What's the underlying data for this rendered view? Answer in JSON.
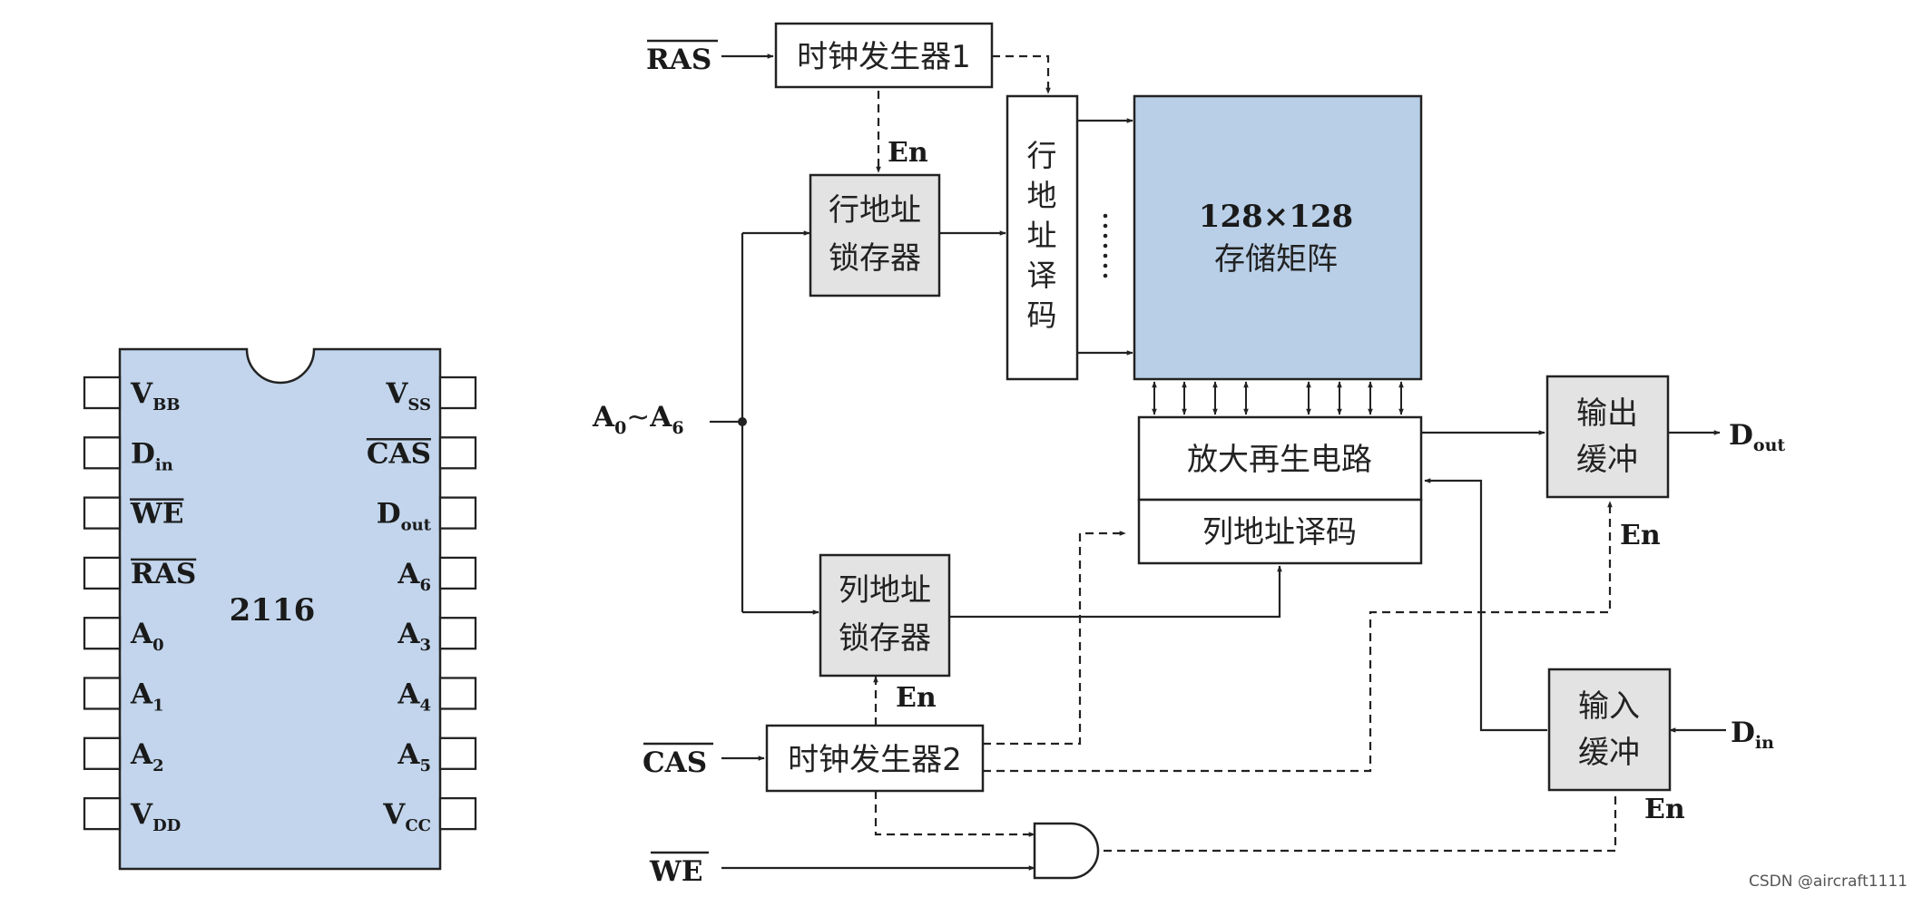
{
  "chip": {
    "name": "2116",
    "left_pins": [
      {
        "main": "V",
        "sub": "BB",
        "overline": false
      },
      {
        "main": "D",
        "sub": "in",
        "overline": false
      },
      {
        "main": "WE",
        "sub": "",
        "overline": true
      },
      {
        "main": "RAS",
        "sub": "",
        "overline": true
      },
      {
        "main": "A",
        "sub": "0",
        "overline": false
      },
      {
        "main": "A",
        "sub": "1",
        "overline": false
      },
      {
        "main": "A",
        "sub": "2",
        "overline": false
      },
      {
        "main": "V",
        "sub": "DD",
        "overline": false
      }
    ],
    "right_pins": [
      {
        "main": "V",
        "sub": "SS",
        "overline": false
      },
      {
        "main": "CAS",
        "sub": "",
        "overline": true
      },
      {
        "main": "D",
        "sub": "out",
        "overline": false
      },
      {
        "main": "A",
        "sub": "6",
        "overline": false
      },
      {
        "main": "A",
        "sub": "3",
        "overline": false
      },
      {
        "main": "A",
        "sub": "4",
        "overline": false
      },
      {
        "main": "A",
        "sub": "5",
        "overline": false
      },
      {
        "main": "V",
        "sub": "CC",
        "overline": false
      }
    ]
  },
  "signals": {
    "ras": "RAS",
    "cas": "CAS",
    "we": "WE",
    "addr_a": "A",
    "addr_sub0": "0",
    "addr_tilde": "~",
    "addr_sub6": "6",
    "dout_main": "D",
    "dout_sub": "out",
    "din_main": "D",
    "din_sub": "in",
    "en": "En"
  },
  "blocks": {
    "clock1": "时钟发生器1",
    "clock2": "时钟发生器2",
    "row_latch": [
      "行地址",
      "锁存器"
    ],
    "col_latch": [
      "列地址",
      "锁存器"
    ],
    "row_decoder": [
      "行",
      "地",
      "址",
      "译",
      "码"
    ],
    "matrix": [
      "128×128",
      "存储矩阵"
    ],
    "sense_amp": "放大再生电路",
    "col_decoder": "列地址译码",
    "out_buffer": [
      "输出",
      "缓冲"
    ],
    "in_buffer": [
      "输入",
      "缓冲"
    ],
    "dots": "⋮"
  },
  "colors": {
    "chip_fill": "#c2d5ec",
    "matrix_fill": "#b9cfe8",
    "gray_block": "#e3e3e3",
    "line": "#222222"
  },
  "watermark": "CSDN @aircraft1111"
}
